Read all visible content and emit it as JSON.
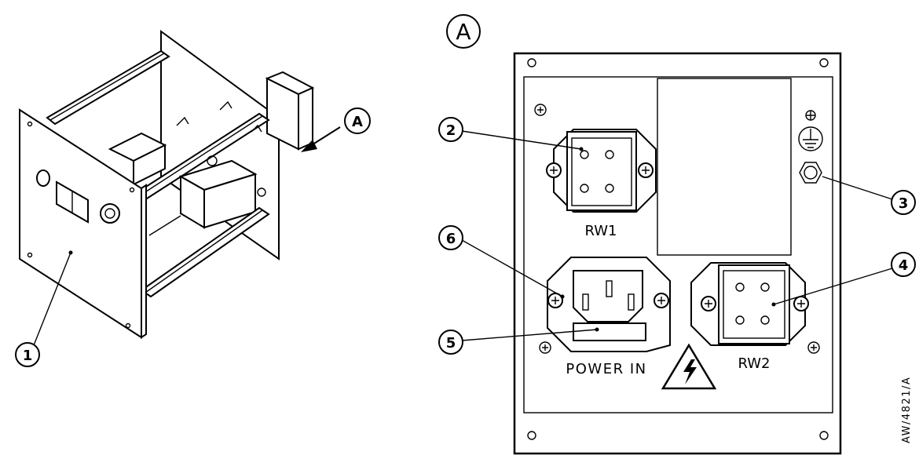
{
  "callouts": {
    "view_letter": "A",
    "view_letter_large": "A",
    "items": [
      "1",
      "2",
      "3",
      "4",
      "5",
      "6"
    ]
  },
  "panel_labels": {
    "rw1": "RW1",
    "rw2": "RW2",
    "power_in": "POWER IN"
  },
  "drawing_ref": "AW/4821/A",
  "colors": {
    "ink": "#000000",
    "paper": "#ffffff"
  }
}
